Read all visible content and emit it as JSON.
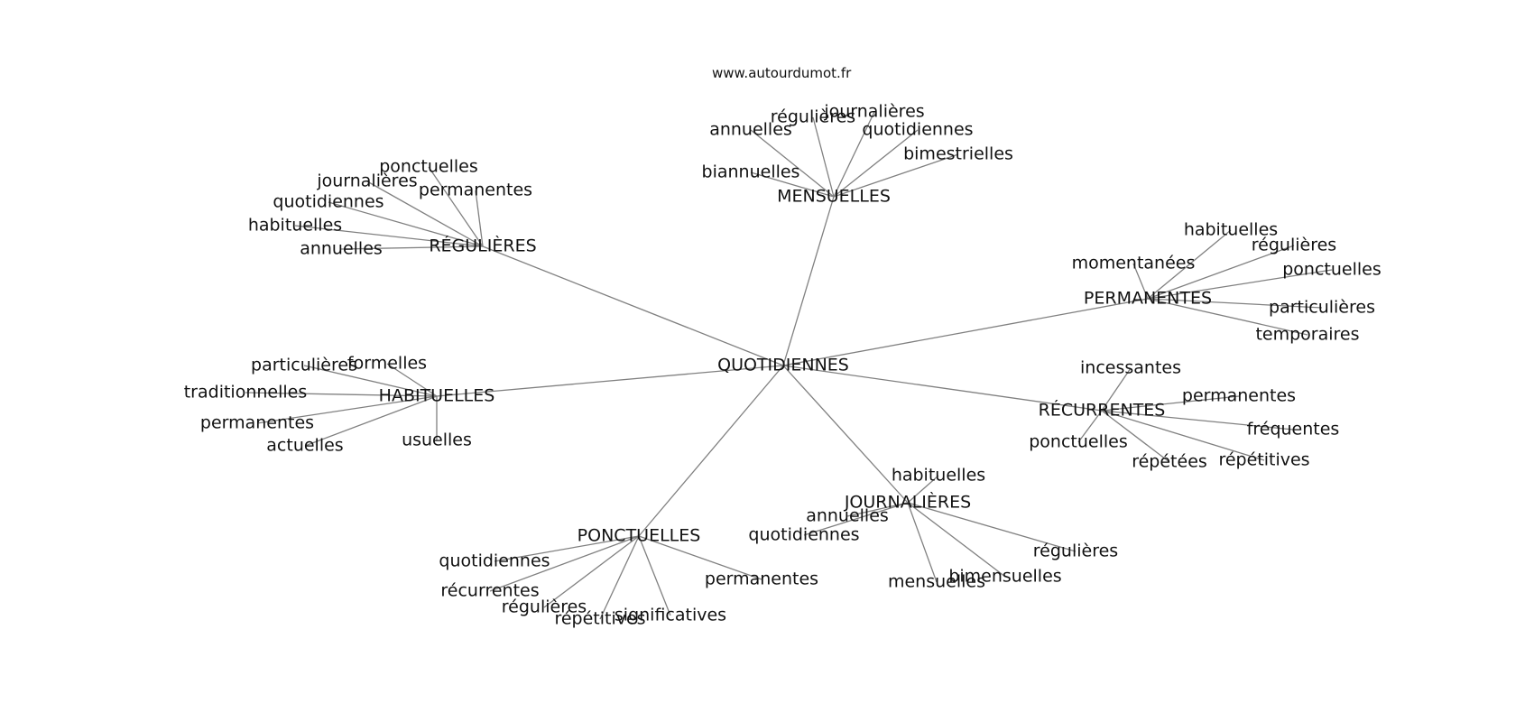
{
  "source_label": "www.autourdumot.fr",
  "graph": {
    "center": "QUOTIDIENNES",
    "hubs": [
      {
        "key": "mensuelles",
        "label": "MENSUELLES",
        "words": [
          "annuelles",
          "régulières",
          "journalières",
          "quotidiennes",
          "biannuelles",
          "bimestrielles"
        ]
      },
      {
        "key": "regulieres",
        "label": "RÉGULIÈRES",
        "words": [
          "ponctuelles",
          "journalières",
          "permanentes",
          "quotidiennes",
          "habituelles",
          "annuelles"
        ]
      },
      {
        "key": "permanentes",
        "label": "PERMANENTES",
        "words": [
          "habituelles",
          "régulières",
          "momentanées",
          "ponctuelles",
          "particulières",
          "temporaires"
        ]
      },
      {
        "key": "habituelles",
        "label": "HABITUELLES",
        "words": [
          "particulières",
          "formelles",
          "traditionnelles",
          "permanentes",
          "actuelles",
          "usuelles"
        ]
      },
      {
        "key": "recurrentes",
        "label": "RÉCURRENTES",
        "words": [
          "incessantes",
          "permanentes",
          "fréquentes",
          "ponctuelles",
          "répétées",
          "répétitives"
        ]
      },
      {
        "key": "journalieres",
        "label": "JOURNALIÈRES",
        "words": [
          "habituelles",
          "annuelles",
          "quotidiennes",
          "régulières",
          "bimensuelles",
          "mensuelles"
        ]
      },
      {
        "key": "ponctuelles",
        "label": "PONCTUELLES",
        "words": [
          "quotidiennes",
          "récurrentes",
          "régulières",
          "répétitives",
          "significatives",
          "permanentes"
        ]
      }
    ]
  }
}
